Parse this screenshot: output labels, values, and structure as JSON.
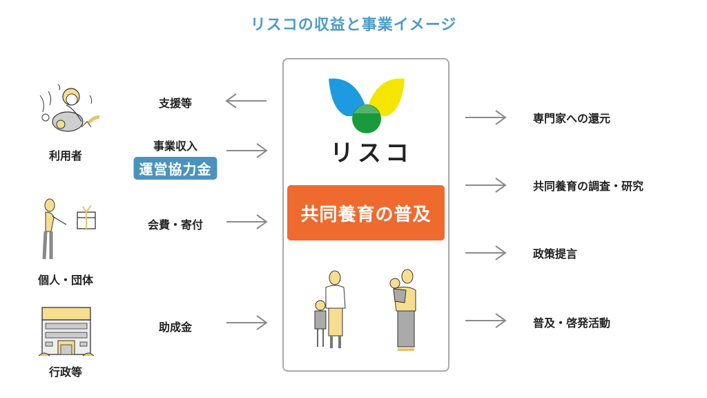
{
  "title": "リスコの収益と事業イメージ",
  "colors": {
    "title": "#4a9cc7",
    "badge": "#4b93bd",
    "accent_orange": "#ef6a2f",
    "arrow": "#8a8a8a",
    "leaf_blue": "#1e9be0",
    "leaf_yellow": "#f5e600",
    "leaf_green": "#1a9a3a",
    "illustration_yellow": "#f7dd8f"
  },
  "sources": [
    {
      "name": "利用者",
      "icon": "child-playing-illustration",
      "flows": [
        {
          "label": "支援等",
          "direction": "out"
        },
        {
          "label": "事業収入",
          "direction": "in",
          "badge": "運営協力金"
        }
      ]
    },
    {
      "name": "個人・団体",
      "icon": "person-giving-gift-illustration",
      "flows": [
        {
          "label": "会費・寄付",
          "direction": "in"
        }
      ]
    },
    {
      "name": "行政等",
      "icon": "government-building-illustration",
      "flows": [
        {
          "label": "助成金",
          "direction": "in"
        }
      ]
    }
  ],
  "center": {
    "logo_text": "リスコ",
    "mission": "共同養育の普及",
    "illustration": "families-illustration"
  },
  "outputs": [
    {
      "label": "専門家への還元"
    },
    {
      "label": "共同養育の調査・研究"
    },
    {
      "label": "政策提言"
    },
    {
      "label": "普及・啓発活動"
    }
  ]
}
